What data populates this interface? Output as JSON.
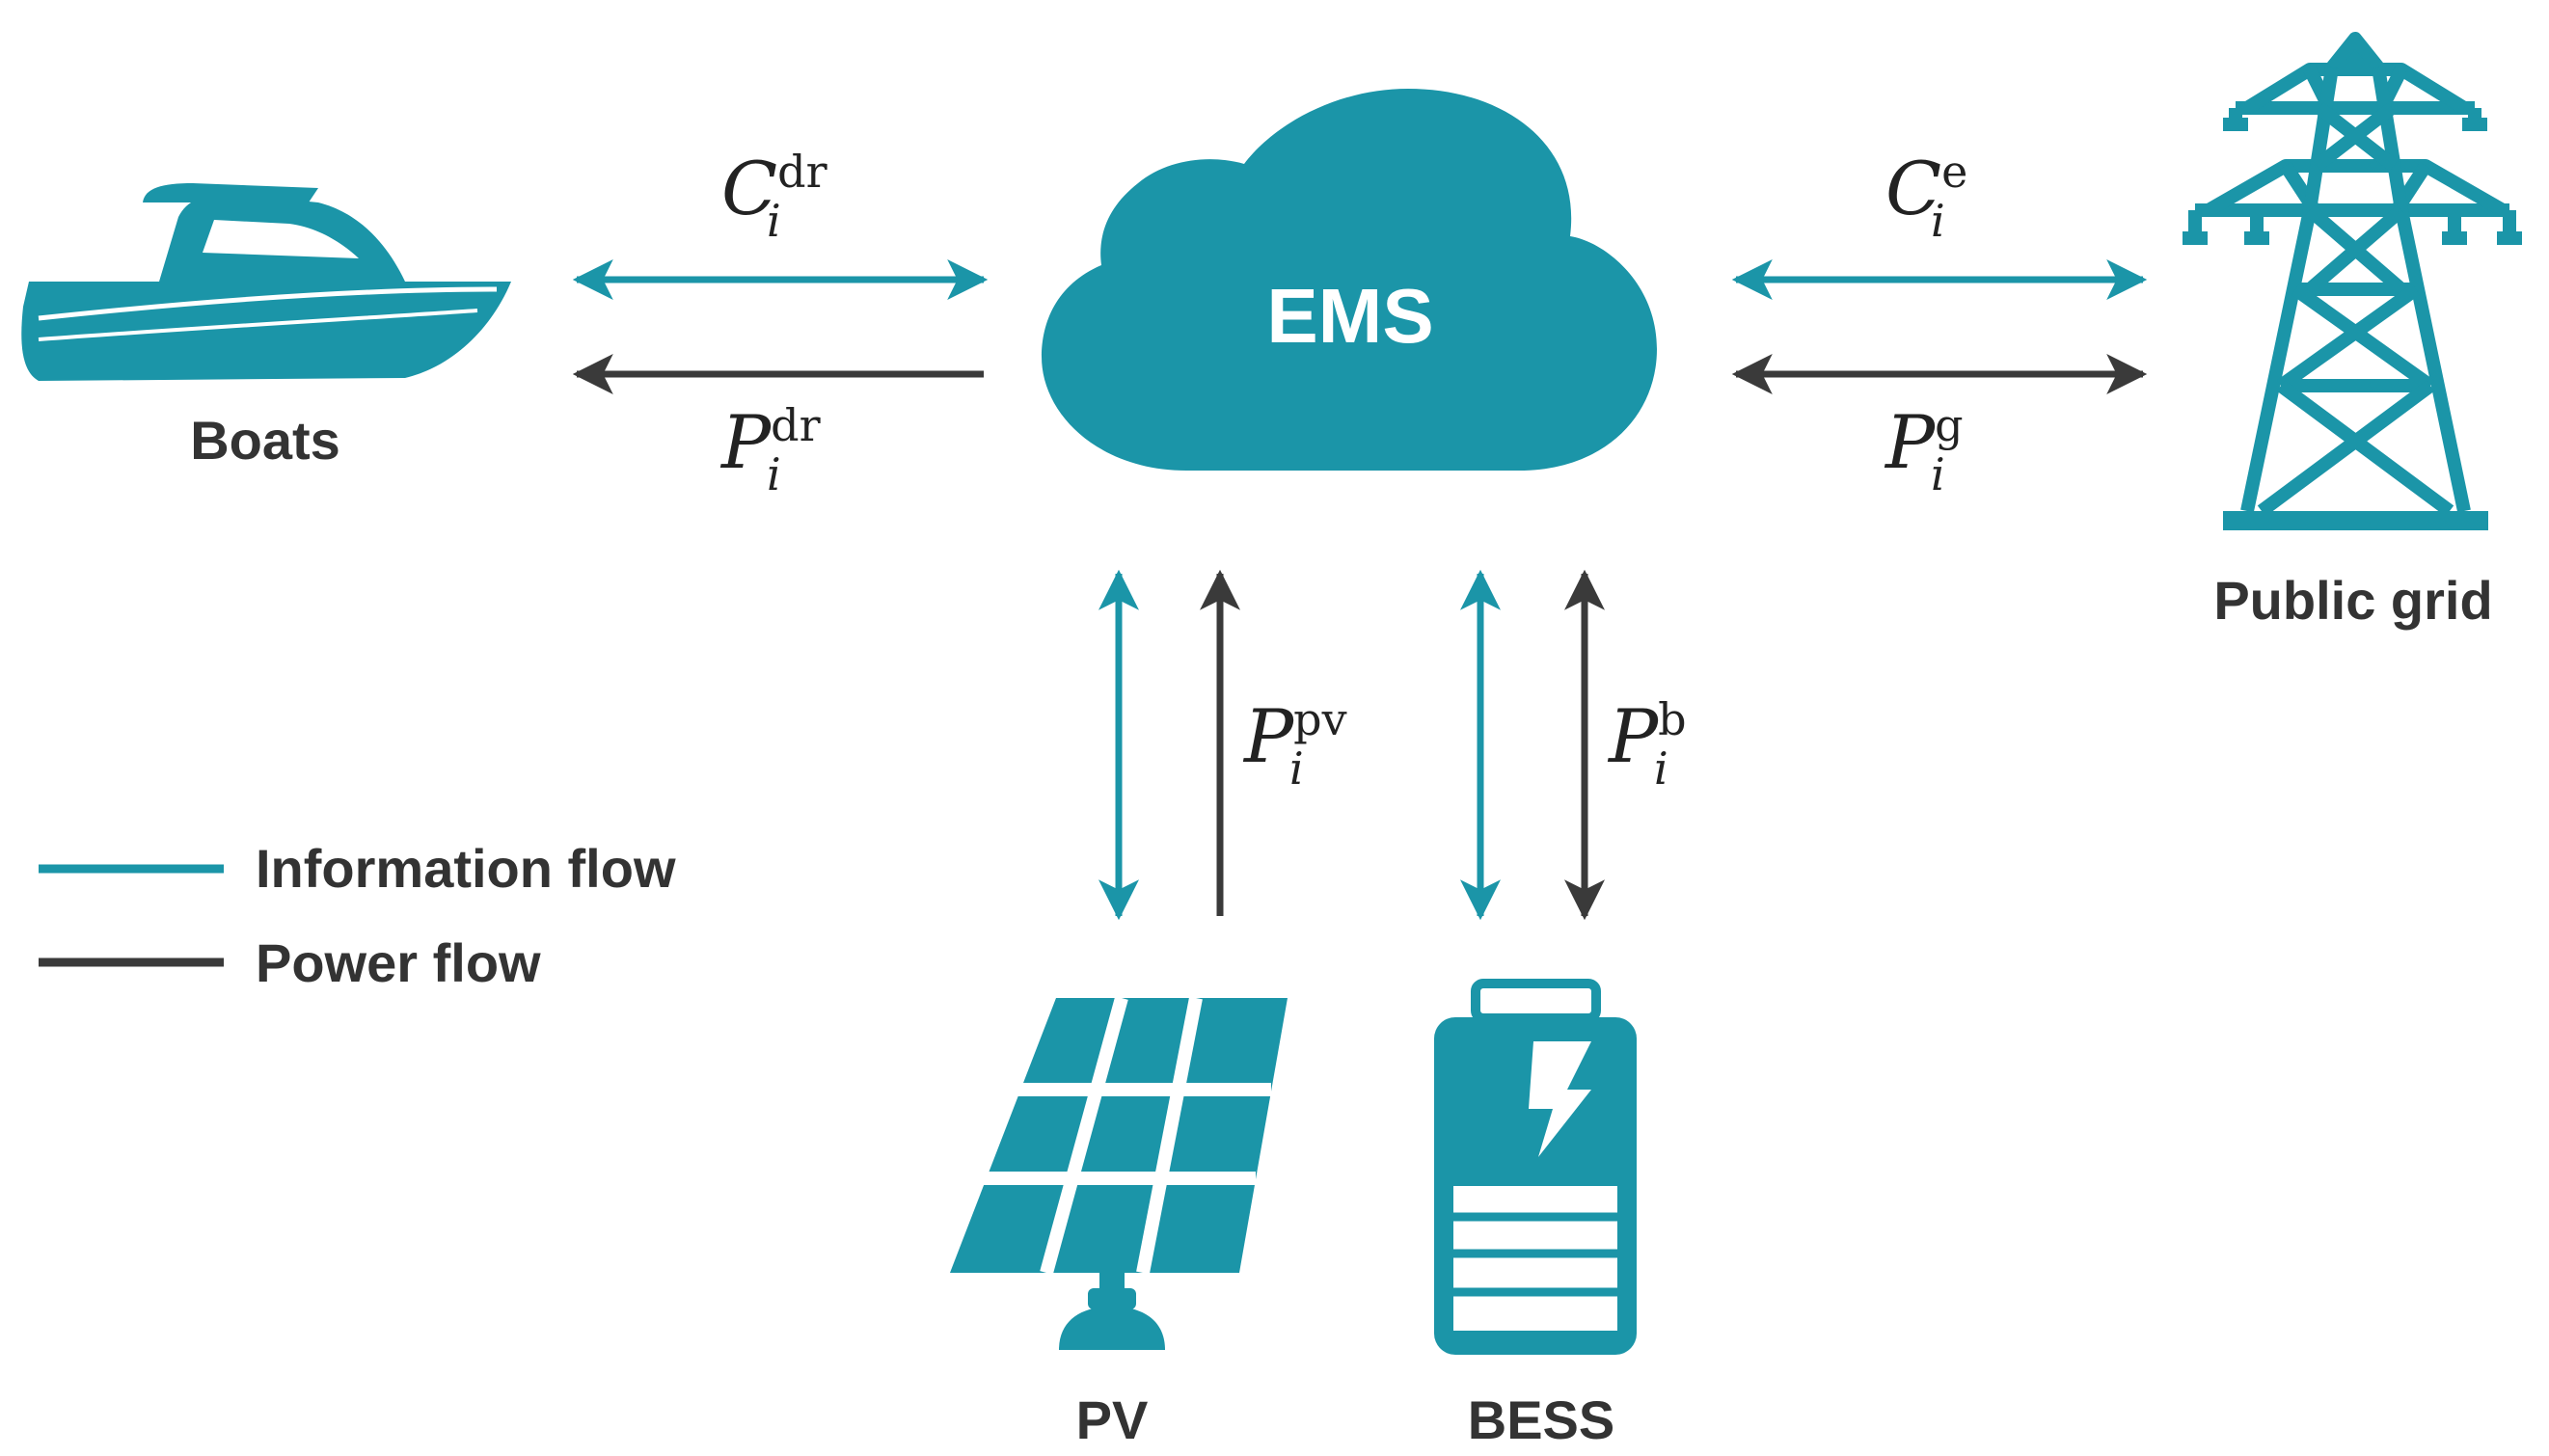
{
  "colors": {
    "teal": "#1b95a8",
    "dark": "#3a3a3a",
    "white": "#ffffff"
  },
  "nodes": {
    "ems": "EMS",
    "boats": "Boats",
    "grid": "Public grid",
    "pv": "PV",
    "bess": "BESS"
  },
  "legend": {
    "info": "Information flow",
    "power": "Power flow"
  },
  "flows": {
    "boats_info": {
      "base": "C",
      "sub": "i",
      "sup": "dr"
    },
    "boats_power": {
      "base": "P",
      "sub": "i",
      "sup": "dr"
    },
    "grid_info": {
      "base": "C",
      "sub": "i",
      "sup": "e"
    },
    "grid_power": {
      "base": "P",
      "sub": "i",
      "sup": "g"
    },
    "pv_power": {
      "base": "P",
      "sub": "i",
      "sup": "pv"
    },
    "bess_power": {
      "base": "P",
      "sub": "i",
      "sup": "b"
    }
  },
  "icons": [
    "boat-icon",
    "cloud-icon",
    "transmission-tower-icon",
    "solar-panel-icon",
    "battery-icon"
  ]
}
